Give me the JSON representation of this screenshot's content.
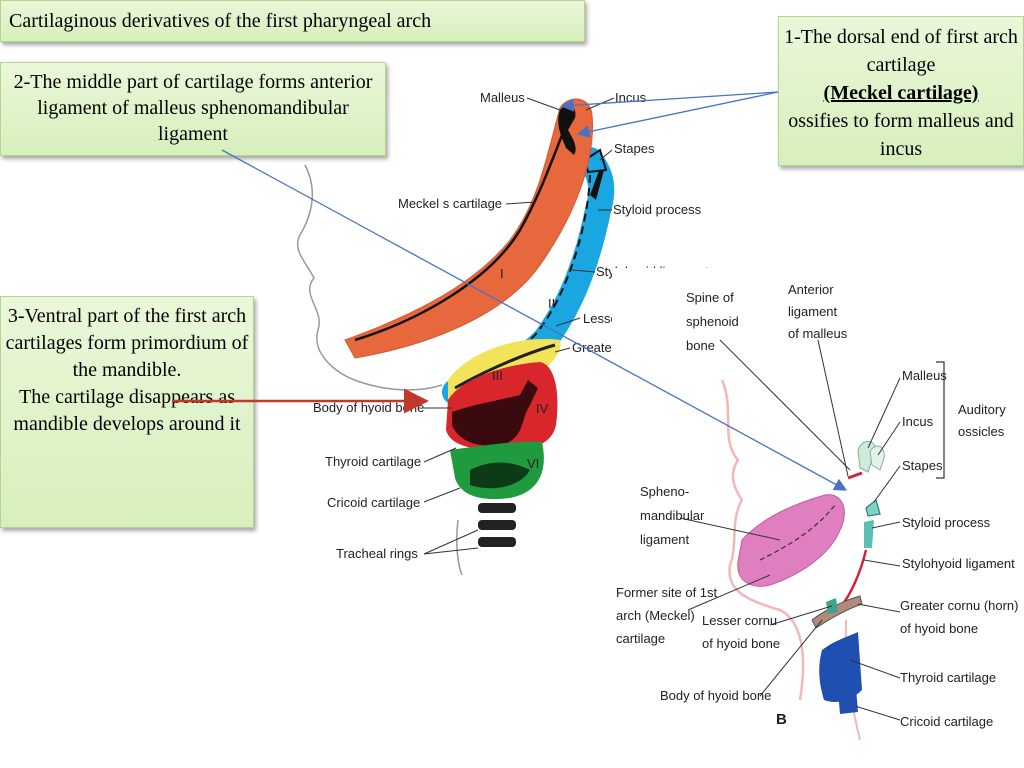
{
  "title": "Cartilaginous derivatives of  the first pharyngeal arch",
  "box1": {
    "line1": "1-The dorsal end of first arch cartilage",
    "bold": "(Meckel cartilage)",
    "line2": "ossifies to form malleus and incus"
  },
  "box2": {
    "text": "2-The middle part of cartilage forms anterior ligament of malleus sphenomandibular ligament"
  },
  "box3": {
    "line1": "3-Ventral part of the first arch cartilages form primordium of the mandible.",
    "line2": "The cartilage disappears as mandible develops around it"
  },
  "left_figure": {
    "labels": {
      "malleus": "Malleus",
      "incus": "Incus",
      "stapes": "Stapes",
      "meckel": "Meckel s cartilage",
      "styloid": "Styloid process",
      "stylohyoid": "Stylohyoid ligament",
      "lesser": "Lesse",
      "greater": "Greater",
      "hyoid": "Body of hyoid bone",
      "thyroid": "Thyroid cartilage",
      "cricoid": "Cricoid cartilage",
      "tracheal": "Tracheal rings"
    },
    "numerals": {
      "i": "I",
      "ii": "II",
      "iii": "III",
      "iv": "IV",
      "vi": "VI"
    },
    "colors": {
      "arch1": "#e8683e",
      "arch2": "#1aa6e0",
      "arch3": "#f2e35a",
      "arch4": "#d8262c",
      "arch6": "#1f9a3e"
    }
  },
  "right_figure": {
    "labels": {
      "spine1": "Spine of",
      "spine2": "sphenoid",
      "spine3": "bone",
      "ant1": "Anterior",
      "ant2": "ligament",
      "ant3": "of malleus",
      "malleus": "Malleus",
      "incus": "Incus",
      "stapes": "Stapes",
      "auditory1": "Auditory",
      "auditory2": "ossicles",
      "spheno1": "Spheno-",
      "spheno2": "mandibular",
      "spheno3": "ligament",
      "styloid": "Styloid process",
      "stylohyoid": "Stylohyoid ligament",
      "former1": "Former site of 1st",
      "former2": "arch (Meckel)",
      "former3": "cartilage",
      "lesser1": "Lesser cornu",
      "lesser2": "of hyoid bone",
      "greater1": "Greater cornu (horn)",
      "greater2": "of hyoid bone",
      "body": "Body of hyoid bone",
      "thyroid": "Thyroid cartilage",
      "cricoid": "Cricoid cartilage",
      "letter": "B"
    }
  }
}
